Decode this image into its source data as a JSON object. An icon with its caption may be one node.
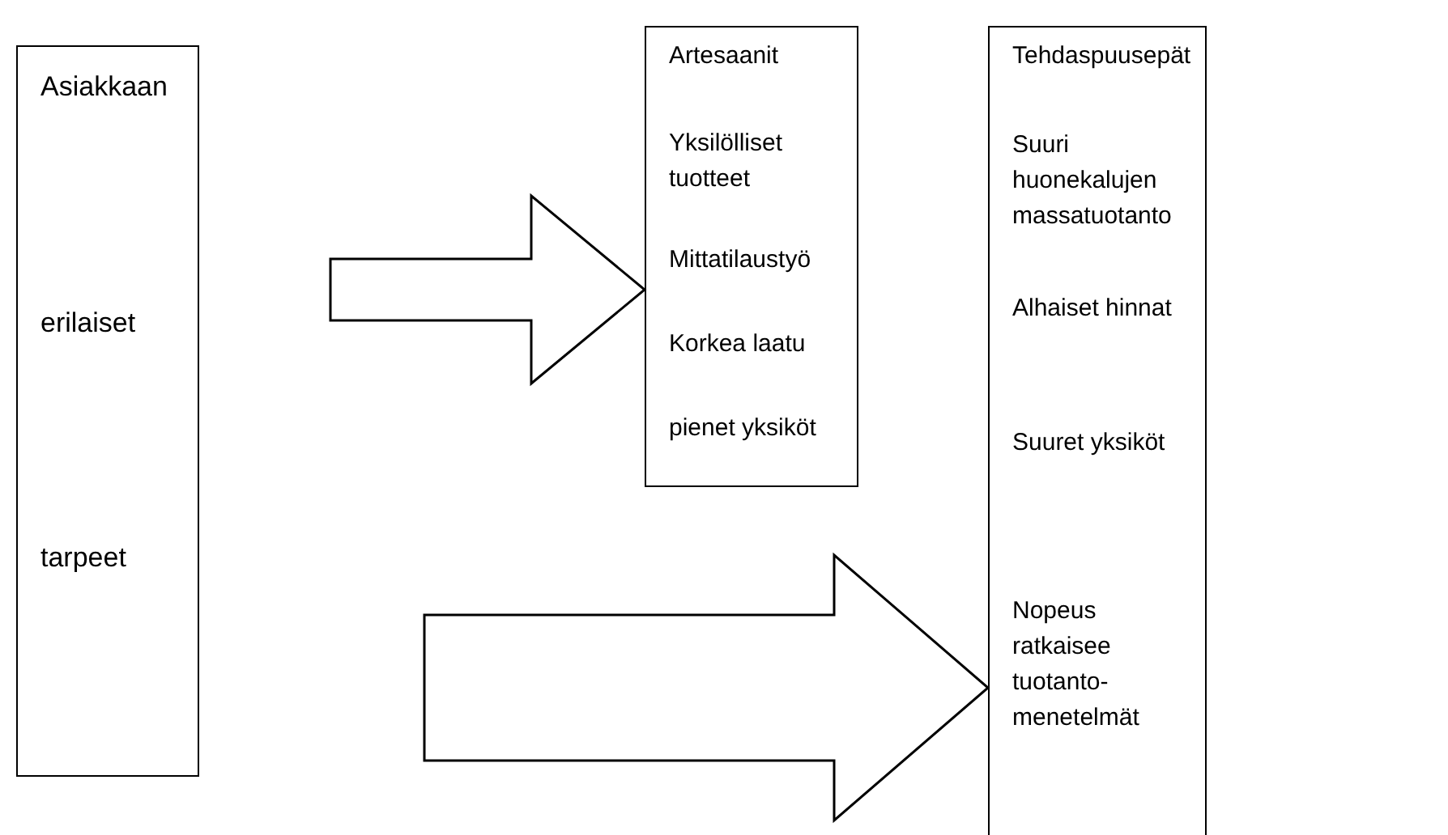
{
  "diagram": {
    "nodes": [
      {
        "text": [
          "Asiakkaan",
          "erilaiset",
          "tarpeet"
        ]
      },
      {
        "text": [
          "Artesaanit",
          "Yksilölliset tuotteet",
          "Mittatilaustyö",
          "Korkea laatu",
          "pienet yksiköt"
        ]
      },
      {
        "text": [
          "Tehdaspuusepät",
          "Suuri huonekalujen massatuotanto",
          "Alhaiset hinnat",
          "Suuret yksiköt",
          "Nopeus ratkaisee tuotanto- menetelmät"
        ]
      }
    ],
    "edges": [
      {
        "from": 0,
        "to": 1,
        "arrow": "to"
      },
      {
        "from": 0,
        "to": 2,
        "arrow": "to"
      }
    ]
  }
}
